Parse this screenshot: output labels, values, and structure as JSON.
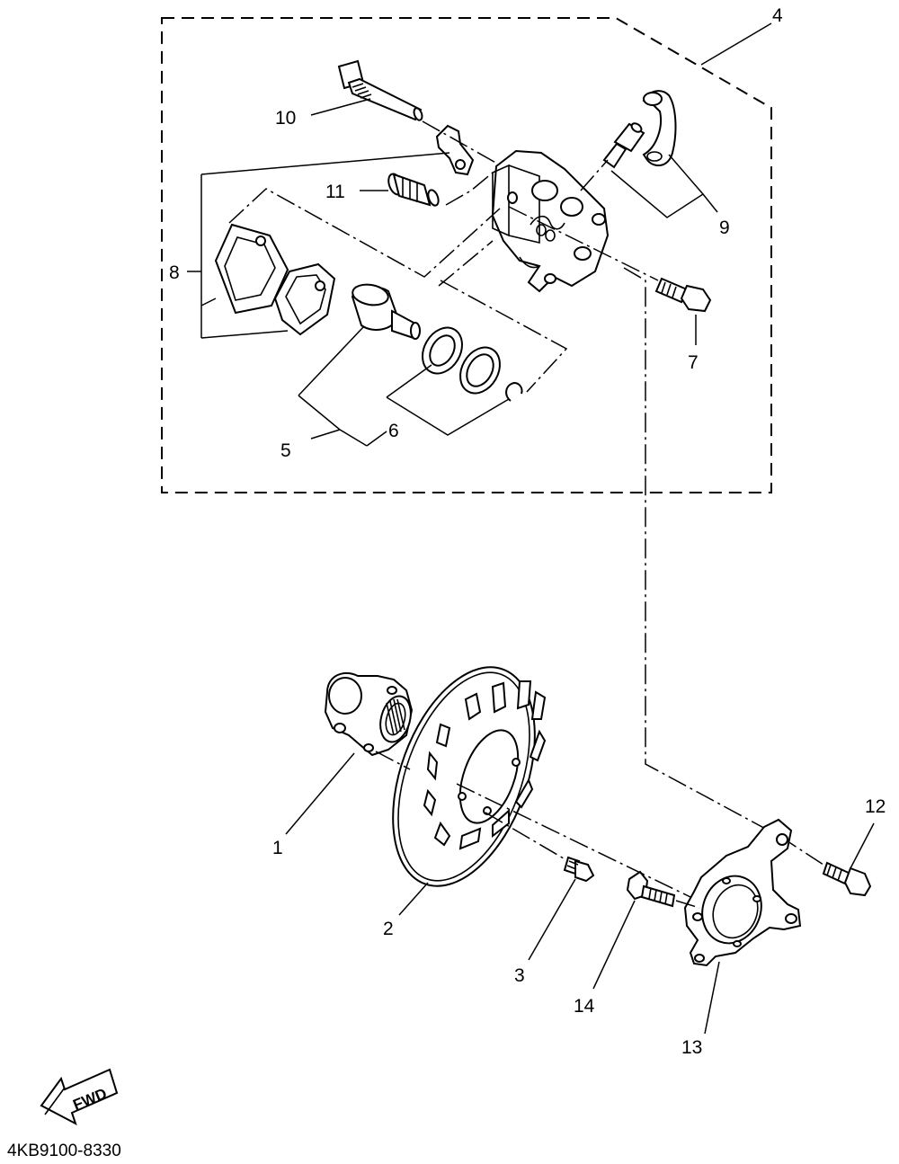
{
  "diagram": {
    "part_code": "4KB9100-8330",
    "fwd_arrow_label": "FWD",
    "callouts": {
      "c1": "1",
      "c2": "2",
      "c3": "3",
      "c4": "4",
      "c5": "5",
      "c6": "6",
      "c7": "7",
      "c8": "8",
      "c9": "9",
      "c10": "10",
      "c11": "11",
      "c12": "12",
      "c13": "13",
      "c14": "14"
    }
  }
}
